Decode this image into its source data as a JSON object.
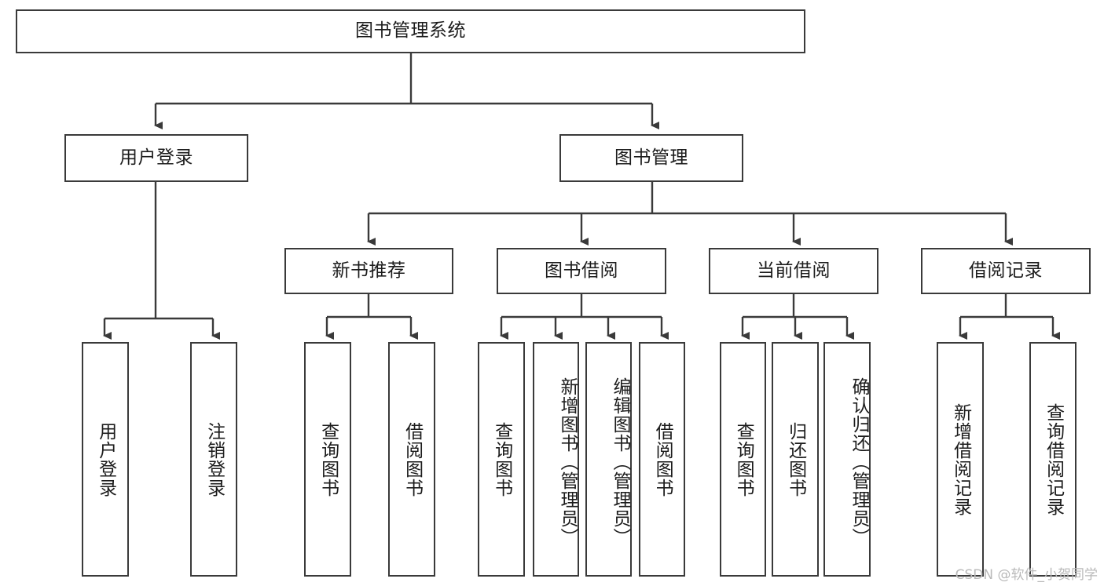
{
  "diagram": {
    "title": "图书管理系统",
    "type": "tree-hierarchy",
    "root": {
      "id": "root",
      "label": "图书管理系统"
    },
    "level1": [
      {
        "id": "user-login",
        "label": "用户登录"
      },
      {
        "id": "book-manage",
        "label": "图书管理"
      }
    ],
    "level2": [
      {
        "id": "new-book-recommend",
        "label": "新书推荐",
        "parent": "book-manage"
      },
      {
        "id": "book-borrow",
        "label": "图书借阅",
        "parent": "book-manage"
      },
      {
        "id": "current-borrow",
        "label": "当前借阅",
        "parent": "book-manage"
      },
      {
        "id": "borrow-record",
        "label": "借阅记录",
        "parent": "book-manage"
      }
    ],
    "leaves": [
      {
        "id": "leaf-user-login",
        "label": "用户登录",
        "parent": "user-login"
      },
      {
        "id": "leaf-logout",
        "label": "注销登录",
        "parent": "user-login"
      },
      {
        "id": "leaf-query-book-1",
        "label": "查询图书",
        "parent": "new-book-recommend"
      },
      {
        "id": "leaf-borrow-book-1",
        "label": "借阅图书",
        "parent": "new-book-recommend"
      },
      {
        "id": "leaf-query-book-2",
        "label": "查询图书",
        "parent": "book-borrow"
      },
      {
        "id": "leaf-add-book",
        "label": "新增图书（管理员）",
        "parent": "book-borrow"
      },
      {
        "id": "leaf-edit-book",
        "label": "编辑图书（管理员）",
        "parent": "book-borrow"
      },
      {
        "id": "leaf-borrow-book-2",
        "label": "借阅图书",
        "parent": "book-borrow"
      },
      {
        "id": "leaf-query-book-3",
        "label": "查询图书",
        "parent": "current-borrow"
      },
      {
        "id": "leaf-return-book",
        "label": "归还图书",
        "parent": "current-borrow"
      },
      {
        "id": "leaf-confirm-return",
        "label": "确认归还（管理员）",
        "parent": "current-borrow"
      },
      {
        "id": "leaf-add-record",
        "label": "新增借阅记录",
        "parent": "borrow-record"
      },
      {
        "id": "leaf-query-record",
        "label": "查询借阅记录",
        "parent": "borrow-record"
      }
    ]
  },
  "watermark": {
    "text": "CSDN @软件_小贺同学"
  },
  "colors": {
    "border": "#3a3a3a",
    "background": "#ffffff",
    "text": "#1c1c1c",
    "watermark": "#b9b9b9"
  }
}
